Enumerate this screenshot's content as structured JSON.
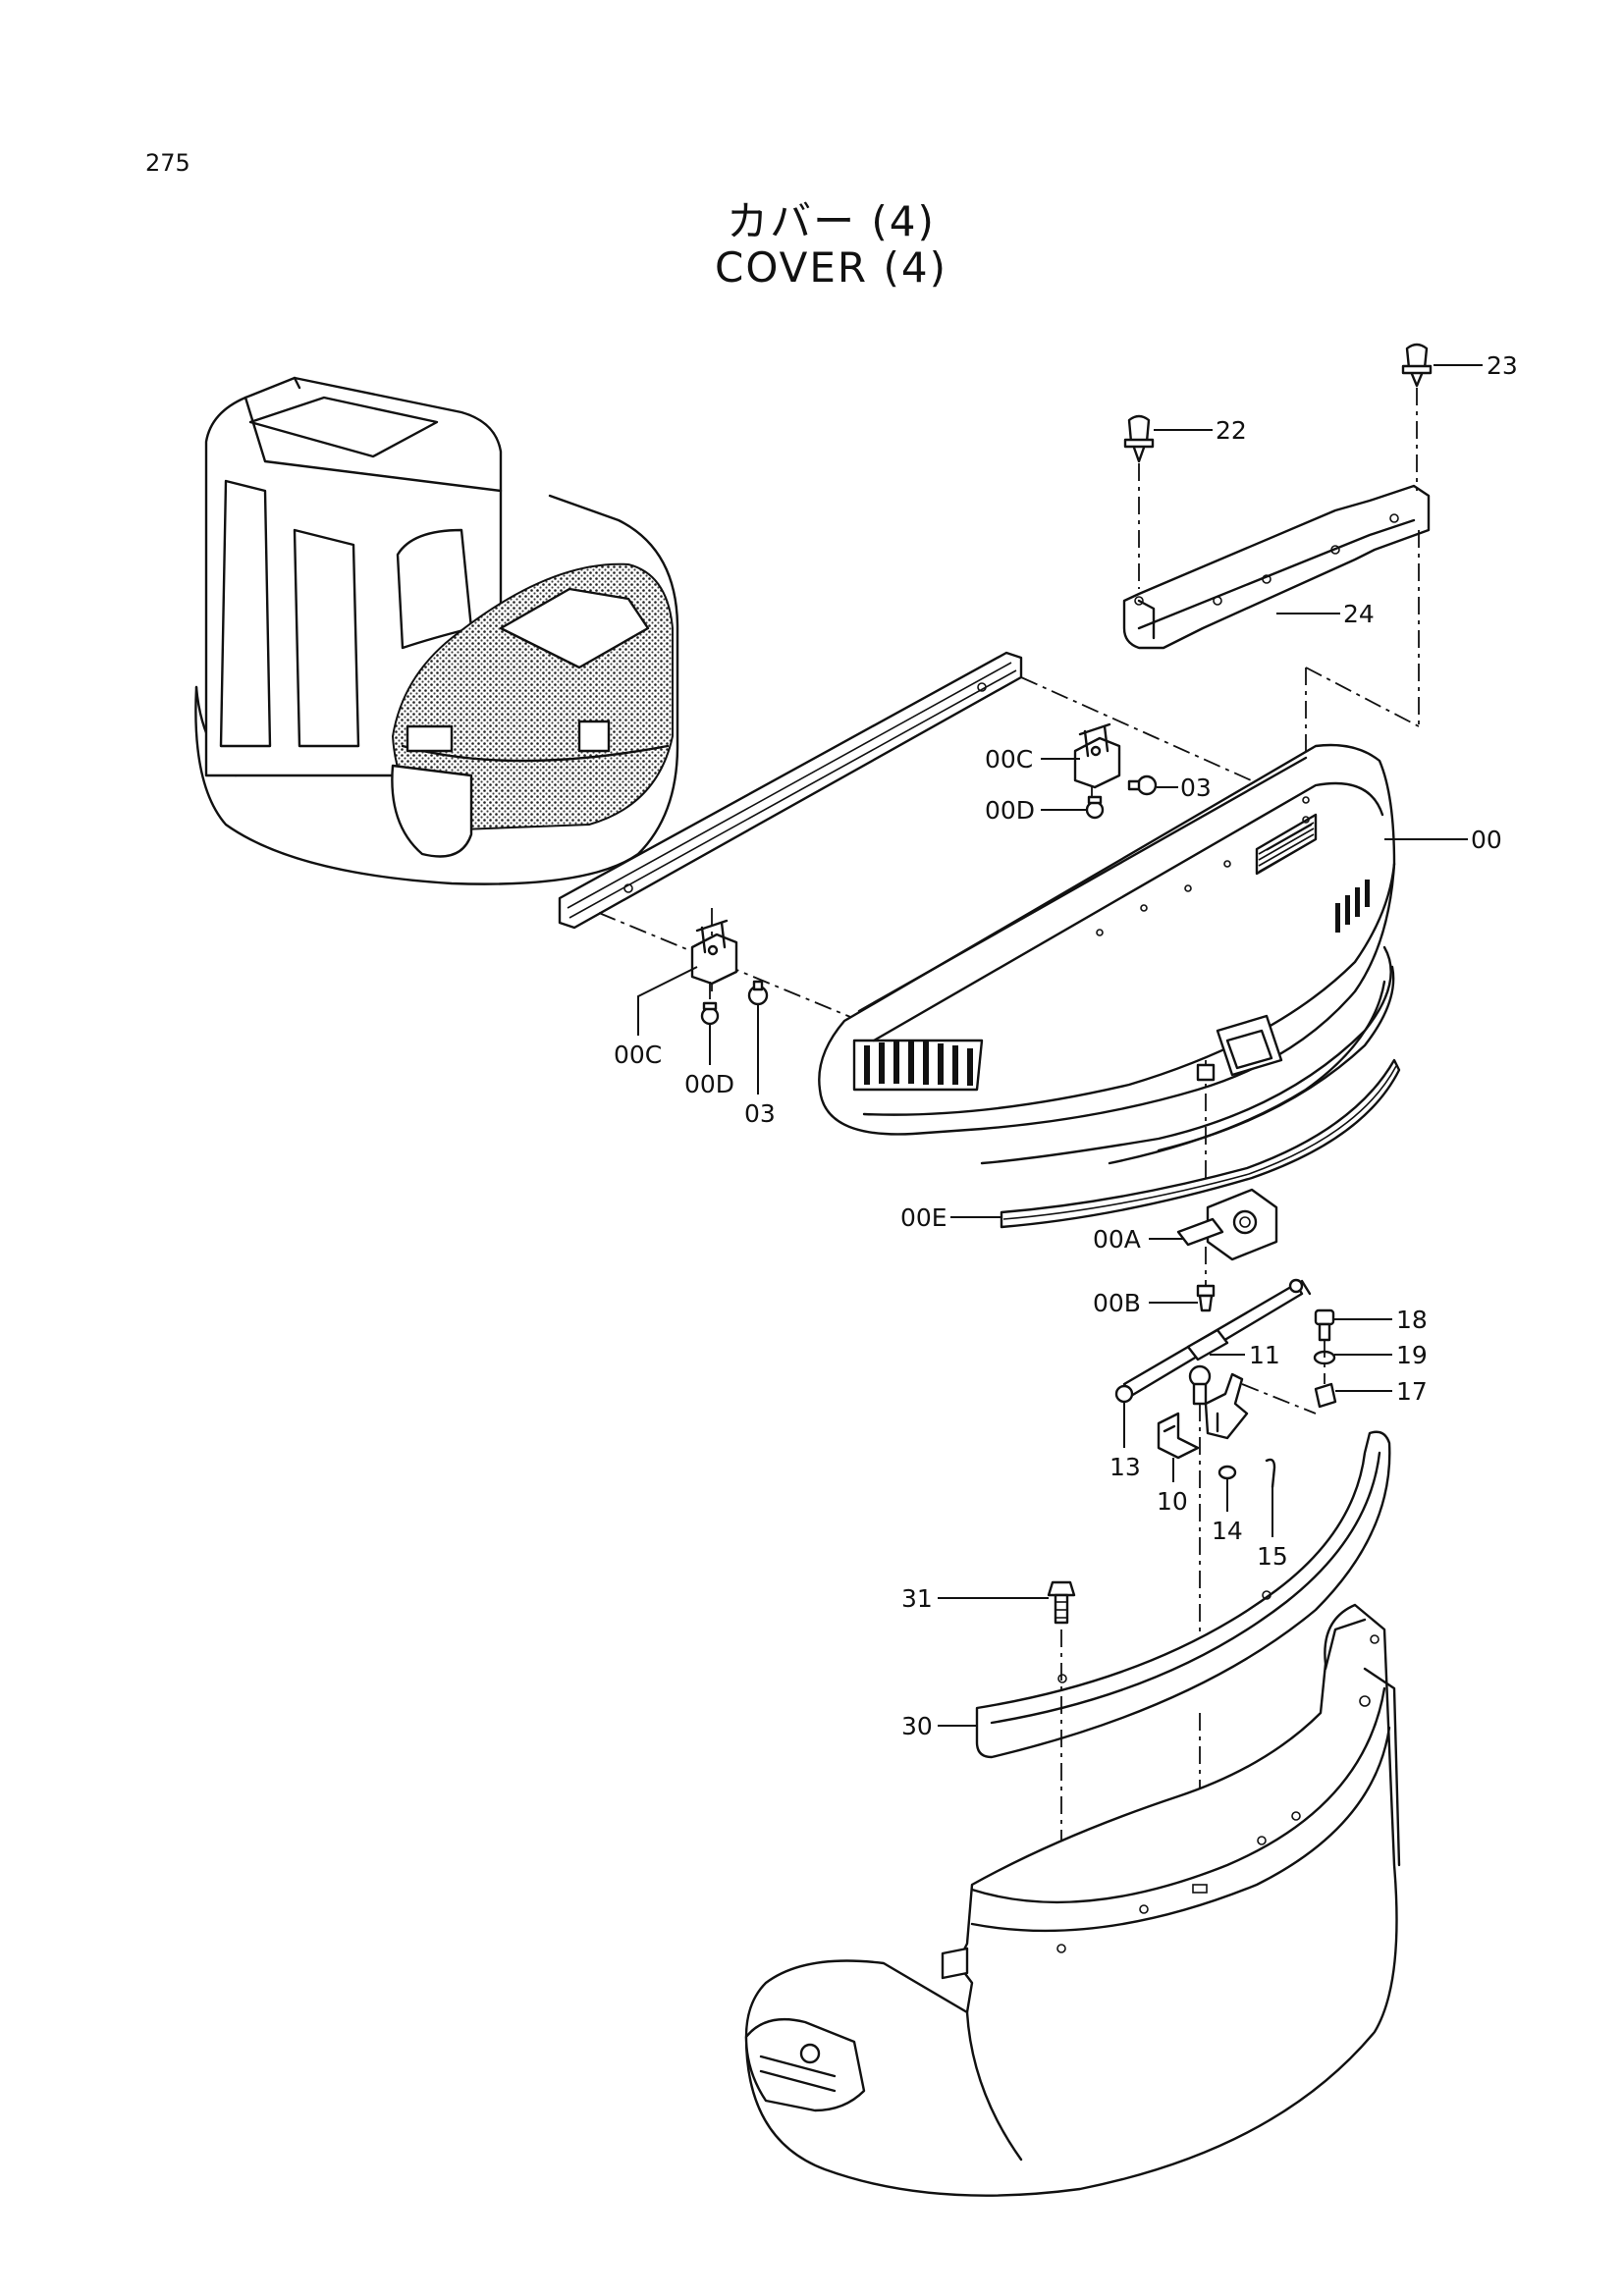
{
  "page_number": "275",
  "title_jp": "カバー (4)",
  "title_en": "COVER (4)",
  "callouts": {
    "p23": "23",
    "p22": "22",
    "p24": "24",
    "p00C_r": "00C",
    "p00D_r": "00D",
    "p03_r": "03",
    "p00": "00",
    "p00C_l": "00C",
    "p00D_l": "00D",
    "p03_l": "03",
    "p00E": "00E",
    "p00A": "00A",
    "p00B": "00B",
    "p18": "18",
    "p19": "19",
    "p17": "17",
    "p11": "11",
    "p13": "13",
    "p10": "10",
    "p14": "14",
    "p15": "15",
    "p31": "31",
    "p30": "30"
  }
}
